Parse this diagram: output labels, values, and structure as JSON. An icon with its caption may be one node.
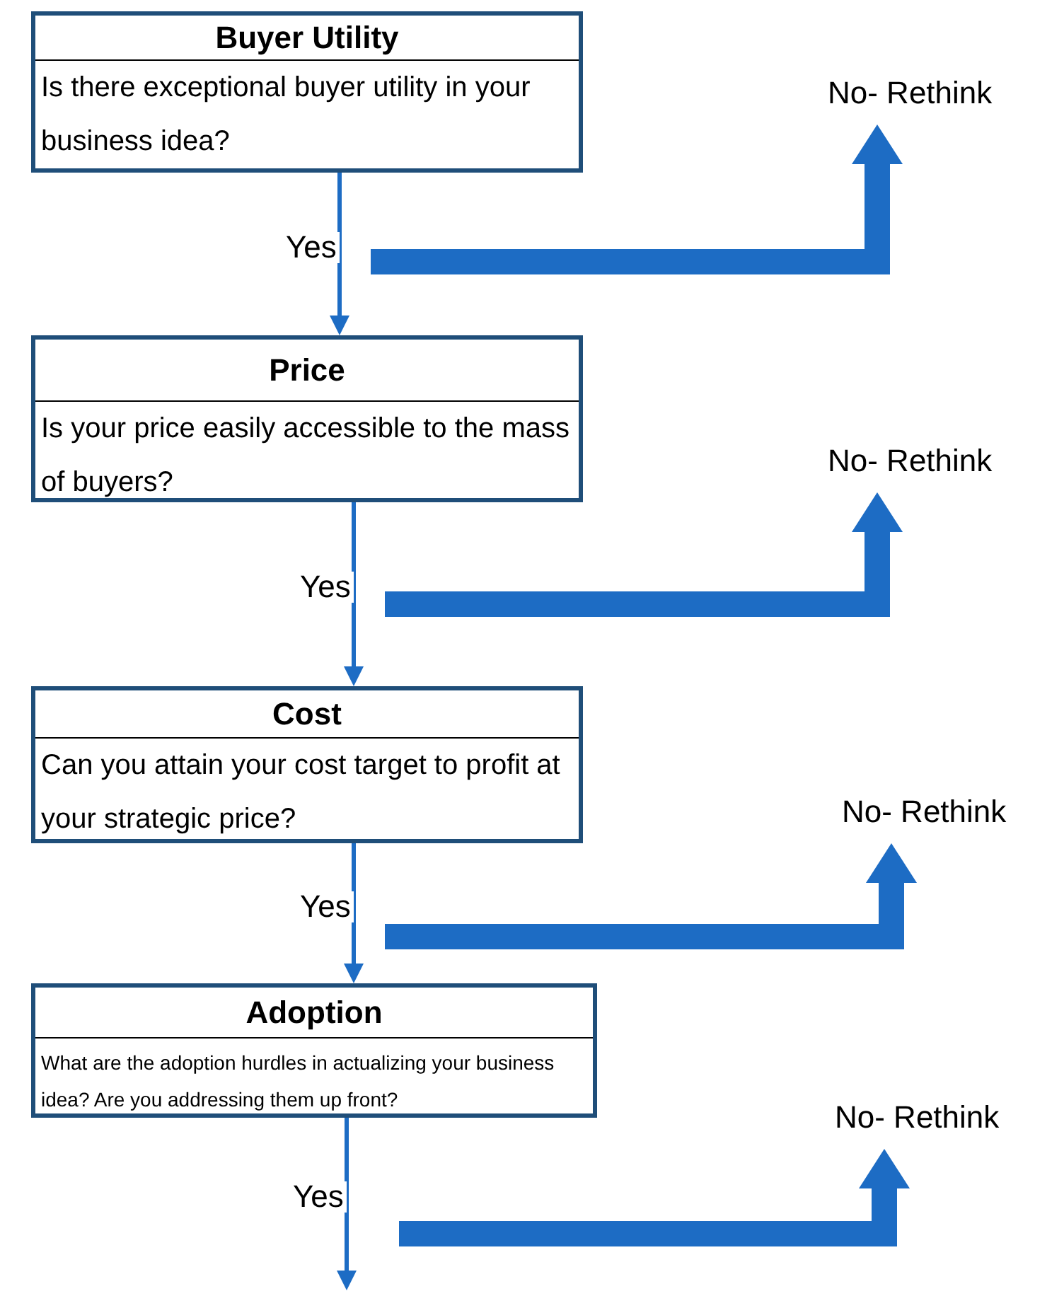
{
  "diagram": {
    "nodes": [
      {
        "text": [
          "Buyer Utility",
          "Is there exceptional buyer utility in your business idea?"
        ]
      },
      {
        "text": [
          "No- Rethink"
        ]
      },
      {
        "text": [
          "Price",
          "Is your price easily accessible to the mass of buyers?"
        ]
      },
      {
        "text": [
          "No- Rethink"
        ]
      },
      {
        "text": [
          "Cost",
          "Can you attain your cost target to profit at your strategic price?"
        ]
      },
      {
        "text": [
          "No- Rethink"
        ]
      },
      {
        "text": [
          "Adoption",
          "What are the adoption hurdles in actualizing your business idea? Are you addressing them up front?"
        ]
      },
      {
        "text": [
          "No- Rethink"
        ]
      }
    ],
    "edges": [
      {
        "from": 0,
        "to": 2,
        "arrow": "to",
        "label": "Yes"
      },
      {
        "from": null,
        "to": 1,
        "arrow": "to",
        "style": "thick"
      },
      {
        "from": 2,
        "to": 4,
        "arrow": "to",
        "label": "Yes"
      },
      {
        "from": null,
        "to": 3,
        "arrow": "to",
        "style": "thick"
      },
      {
        "from": 4,
        "to": 6,
        "arrow": "to",
        "label": "Yes"
      },
      {
        "from": null,
        "to": 5,
        "arrow": "to",
        "style": "thick"
      },
      {
        "from": 6,
        "to": null,
        "arrow": "to",
        "label": "Yes"
      },
      {
        "from": null,
        "to": 7,
        "arrow": "to",
        "style": "thick"
      }
    ]
  }
}
